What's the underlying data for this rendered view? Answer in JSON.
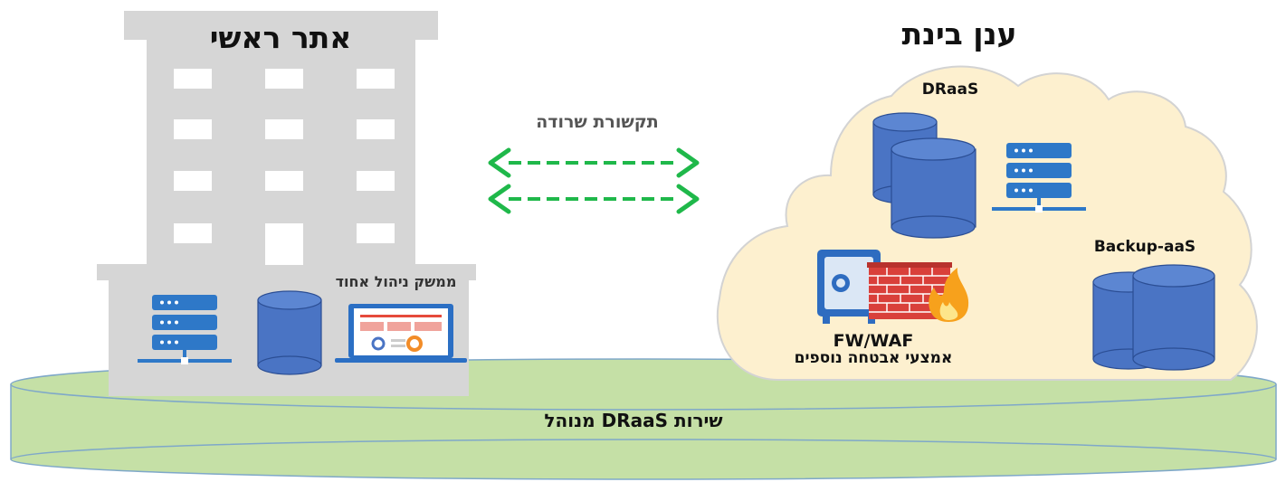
{
  "main_site": {
    "title": "אתר ראשי",
    "console_label": "ממשק ניהול אחוד"
  },
  "connection": {
    "label": "תקשורת שרודה"
  },
  "cloud": {
    "title": "ענן בינת",
    "draas_label": "DRaaS",
    "backup_label": "Backup-aaS",
    "fw_label": "FW/WAF",
    "security_label": "אמצעי אבטחה נוספים"
  },
  "platform": {
    "label": "שירות DRaaS מנוהל"
  },
  "colors": {
    "platform_fill": "#c5e0a6",
    "platform_stroke": "#7fa8c9",
    "building": "#d6d6d6",
    "cloud_fill": "#fdf0cf",
    "cloud_stroke": "#d3d3d3",
    "database": "#4a74c4",
    "server": "#2e78c8",
    "arrow": "#1fb84a",
    "firewall": "#d9403a",
    "flame": "#f7a11c"
  },
  "icons": [
    "building-icon",
    "cloud-icon",
    "server-icon",
    "database-icon",
    "laptop-icon",
    "safe-icon",
    "firewall-icon",
    "flame-icon",
    "bidirectional-arrow-icon"
  ]
}
